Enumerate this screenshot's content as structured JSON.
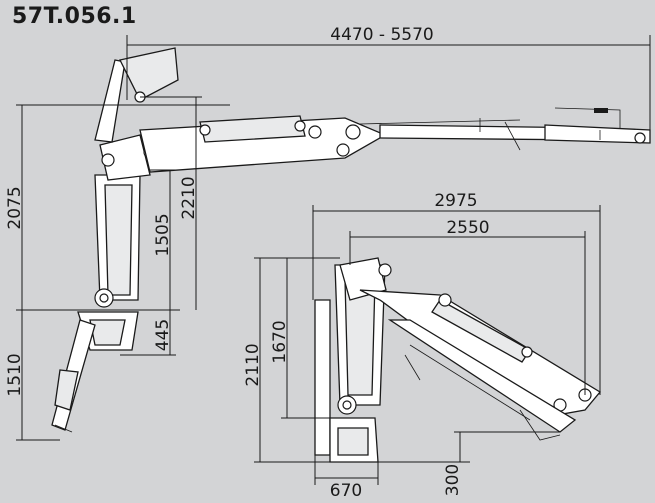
{
  "model": "57T.056.1",
  "dimensions": {
    "reach_range": "4470 - 5570",
    "height_total": "2075",
    "height_2210": "2210",
    "height_1505": "1505",
    "base_445": "445",
    "lower_1510": "1510",
    "folded_width_2975": "2975",
    "folded_width_2550": "2550",
    "folded_height_2110": "2110",
    "folded_height_1670": "1670",
    "base_width_670": "670",
    "base_depth_300": "300"
  }
}
